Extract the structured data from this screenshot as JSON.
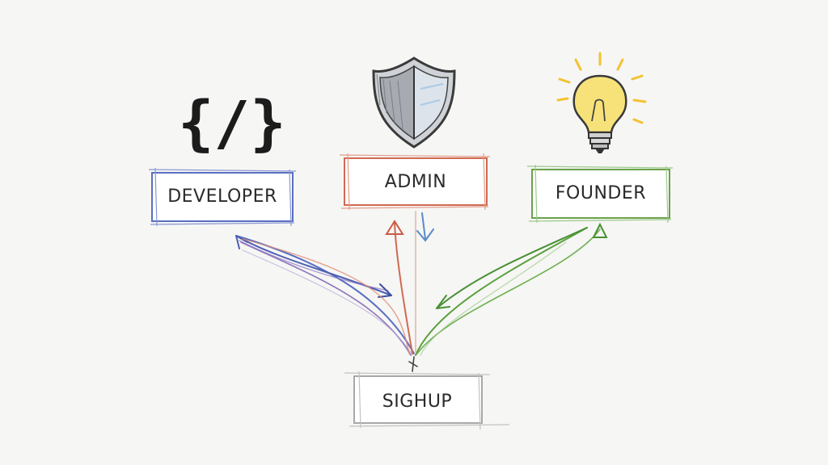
{
  "nodes": {
    "developer": {
      "label": "DEVELOPER",
      "color": "#5a6fc2"
    },
    "admin": {
      "label": "ADMIN",
      "color": "#d06a52"
    },
    "founder": {
      "label": "FOUNDER",
      "color": "#6aa24a"
    },
    "signup": {
      "label": "SIGHUP",
      "color": "#9a9a9a"
    }
  },
  "icons": {
    "developer": "code-braces-icon",
    "admin": "shield-icon",
    "founder": "lightbulb-icon"
  },
  "code_icon_text": "{/}"
}
